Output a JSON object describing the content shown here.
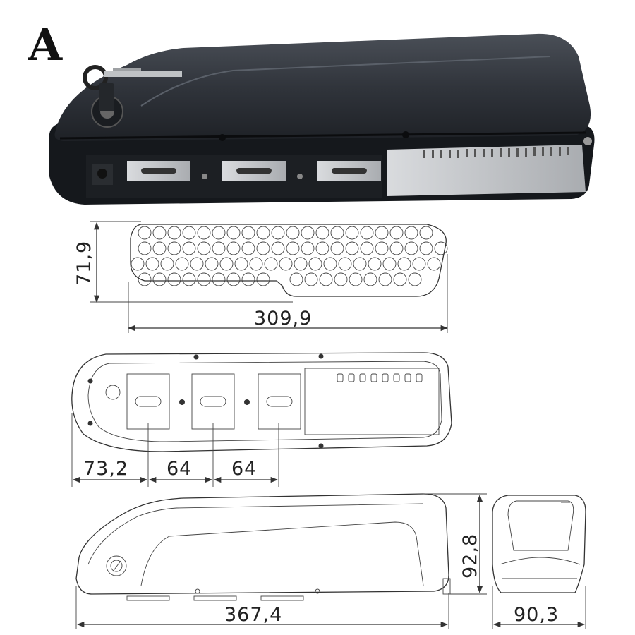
{
  "figure_label": "A",
  "dimensions": {
    "cell_pack_height": "71,9",
    "cell_pack_length": "309,9",
    "offset_first_slot": "73,2",
    "slot_pitch_1": "64",
    "slot_pitch_2": "64",
    "housing_height": "92,8",
    "housing_length": "367,4",
    "housing_width": "90,3"
  },
  "colors": {
    "case_dark": "#2b2f36",
    "case_mid": "#3a3f47",
    "base_black": "#15181c",
    "contacts_metal": "#c9ccd0",
    "panel_metal": "#b5b8bc",
    "line": "#333333"
  }
}
